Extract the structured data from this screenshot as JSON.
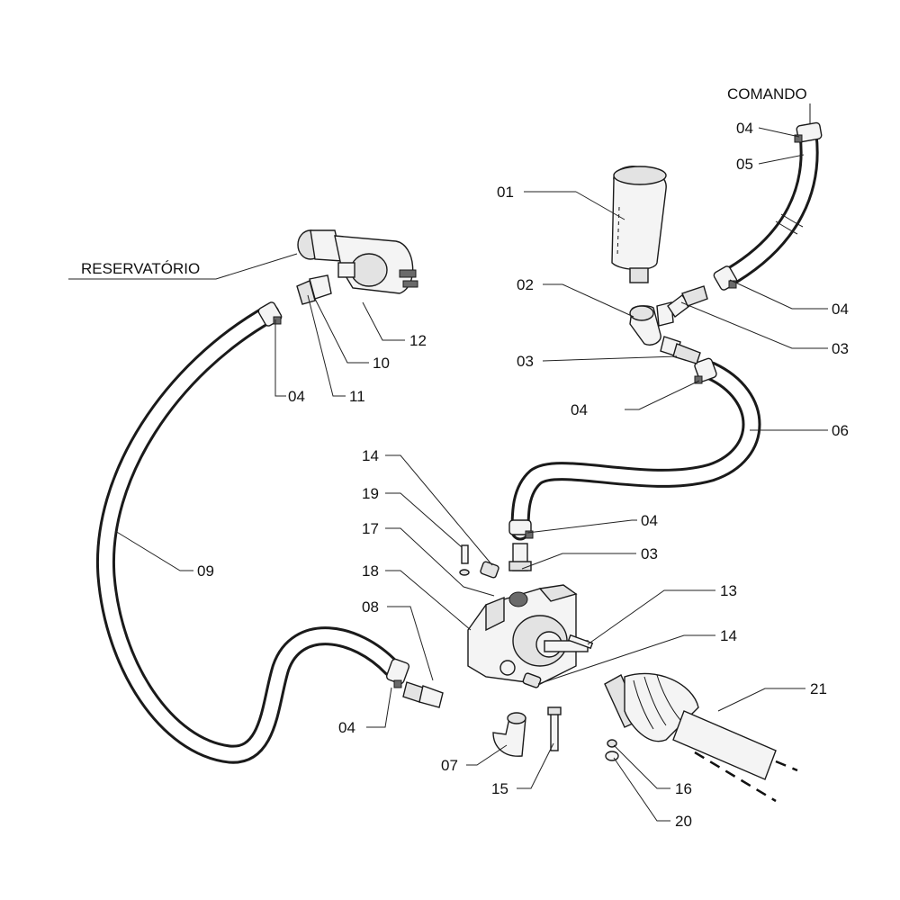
{
  "diagram": {
    "annotations": {
      "comando": "COMANDO",
      "reservatorio": "RESERVATÓRIO"
    },
    "callouts": [
      {
        "id": "c-04-top",
        "text": "04"
      },
      {
        "id": "c-05",
        "text": "05"
      },
      {
        "id": "c-01",
        "text": "01"
      },
      {
        "id": "c-02",
        "text": "02"
      },
      {
        "id": "c-03-mid",
        "text": "03"
      },
      {
        "id": "c-04-right",
        "text": "04"
      },
      {
        "id": "c-03-right",
        "text": "03"
      },
      {
        "id": "c-04-hose06",
        "text": "04"
      },
      {
        "id": "c-06",
        "text": "06"
      },
      {
        "id": "c-12",
        "text": "12"
      },
      {
        "id": "c-10",
        "text": "10"
      },
      {
        "id": "c-04-left",
        "text": "04"
      },
      {
        "id": "c-11",
        "text": "11"
      },
      {
        "id": "c-14-top",
        "text": "14"
      },
      {
        "id": "c-19",
        "text": "19"
      },
      {
        "id": "c-17",
        "text": "17"
      },
      {
        "id": "c-18",
        "text": "18"
      },
      {
        "id": "c-04-pump",
        "text": "04"
      },
      {
        "id": "c-03-pump",
        "text": "03"
      },
      {
        "id": "c-09",
        "text": "09"
      },
      {
        "id": "c-13",
        "text": "13"
      },
      {
        "id": "c-08",
        "text": "08"
      },
      {
        "id": "c-14-right",
        "text": "14"
      },
      {
        "id": "c-21",
        "text": "21"
      },
      {
        "id": "c-04-bottom",
        "text": "04"
      },
      {
        "id": "c-07",
        "text": "07"
      },
      {
        "id": "c-15",
        "text": "15"
      },
      {
        "id": "c-16",
        "text": "16"
      },
      {
        "id": "c-20",
        "text": "20"
      }
    ]
  }
}
